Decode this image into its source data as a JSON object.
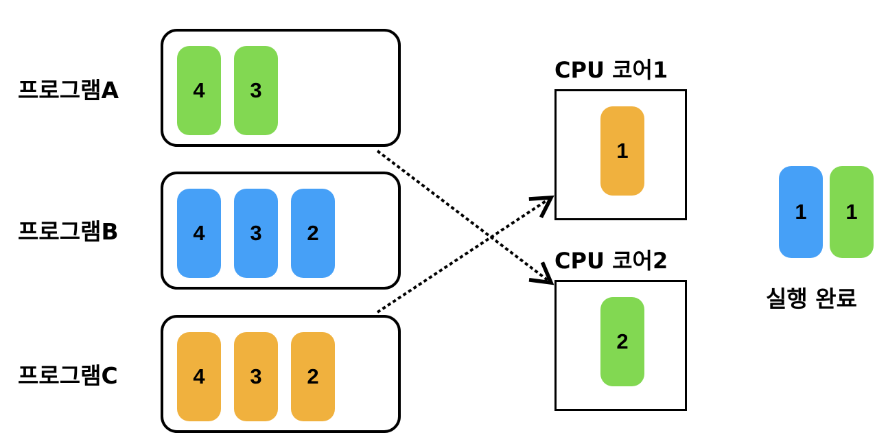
{
  "colors": {
    "green": "#82D852",
    "blue": "#46A0F7",
    "orange": "#F0B13E"
  },
  "programs": [
    {
      "label": "프로그램A",
      "color": "green",
      "tasks": [
        "4",
        "3"
      ]
    },
    {
      "label": "프로그램B",
      "color": "blue",
      "tasks": [
        "4",
        "3",
        "2"
      ]
    },
    {
      "label": "프로그램C",
      "color": "orange",
      "tasks": [
        "4",
        "3",
        "2"
      ]
    }
  ],
  "cores": [
    {
      "title": "CPU 코어1",
      "task": "1",
      "color": "orange"
    },
    {
      "title": "CPU 코어2",
      "task": "2",
      "color": "green"
    }
  ],
  "done": {
    "label": "실행 완료",
    "tasks": [
      {
        "value": "1",
        "color": "blue"
      },
      {
        "value": "1",
        "color": "green"
      }
    ]
  }
}
